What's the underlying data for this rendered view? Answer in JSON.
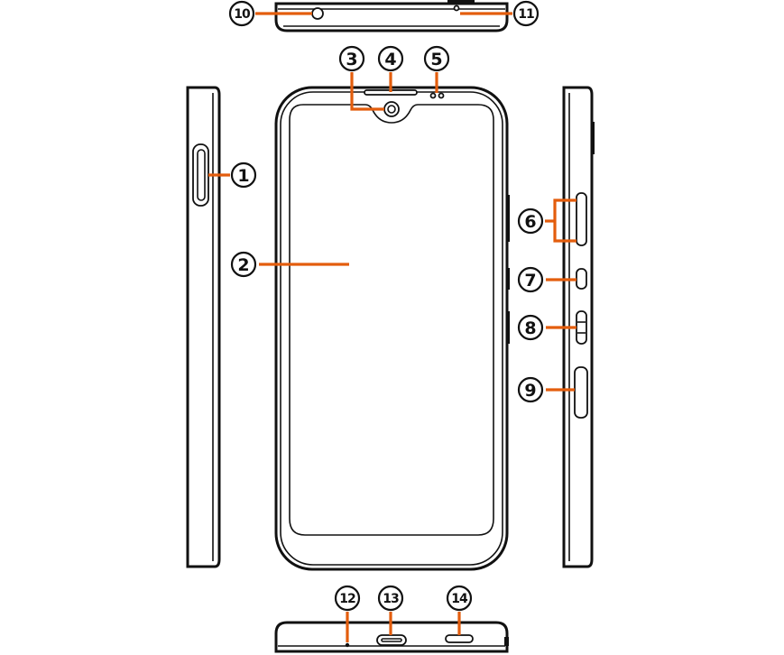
{
  "callouts": [
    {
      "id": "1",
      "label": "①"
    },
    {
      "id": "2",
      "label": "②"
    },
    {
      "id": "3",
      "label": "③"
    },
    {
      "id": "4",
      "label": "④"
    },
    {
      "id": "5",
      "label": "⑤"
    },
    {
      "id": "6",
      "label": "⑥"
    },
    {
      "id": "7",
      "label": "⑦"
    },
    {
      "id": "8",
      "label": "⑧"
    },
    {
      "id": "9",
      "label": "⑨"
    },
    {
      "id": "10",
      "label": "⑩"
    },
    {
      "id": "11",
      "label": "⑪"
    },
    {
      "id": "12",
      "label": "⑫"
    },
    {
      "id": "13",
      "label": "⑬"
    },
    {
      "id": "14",
      "label": "⑭"
    }
  ],
  "colors": {
    "leader": "#e35d0d",
    "outline": "#111111",
    "background": "#ffffff"
  }
}
